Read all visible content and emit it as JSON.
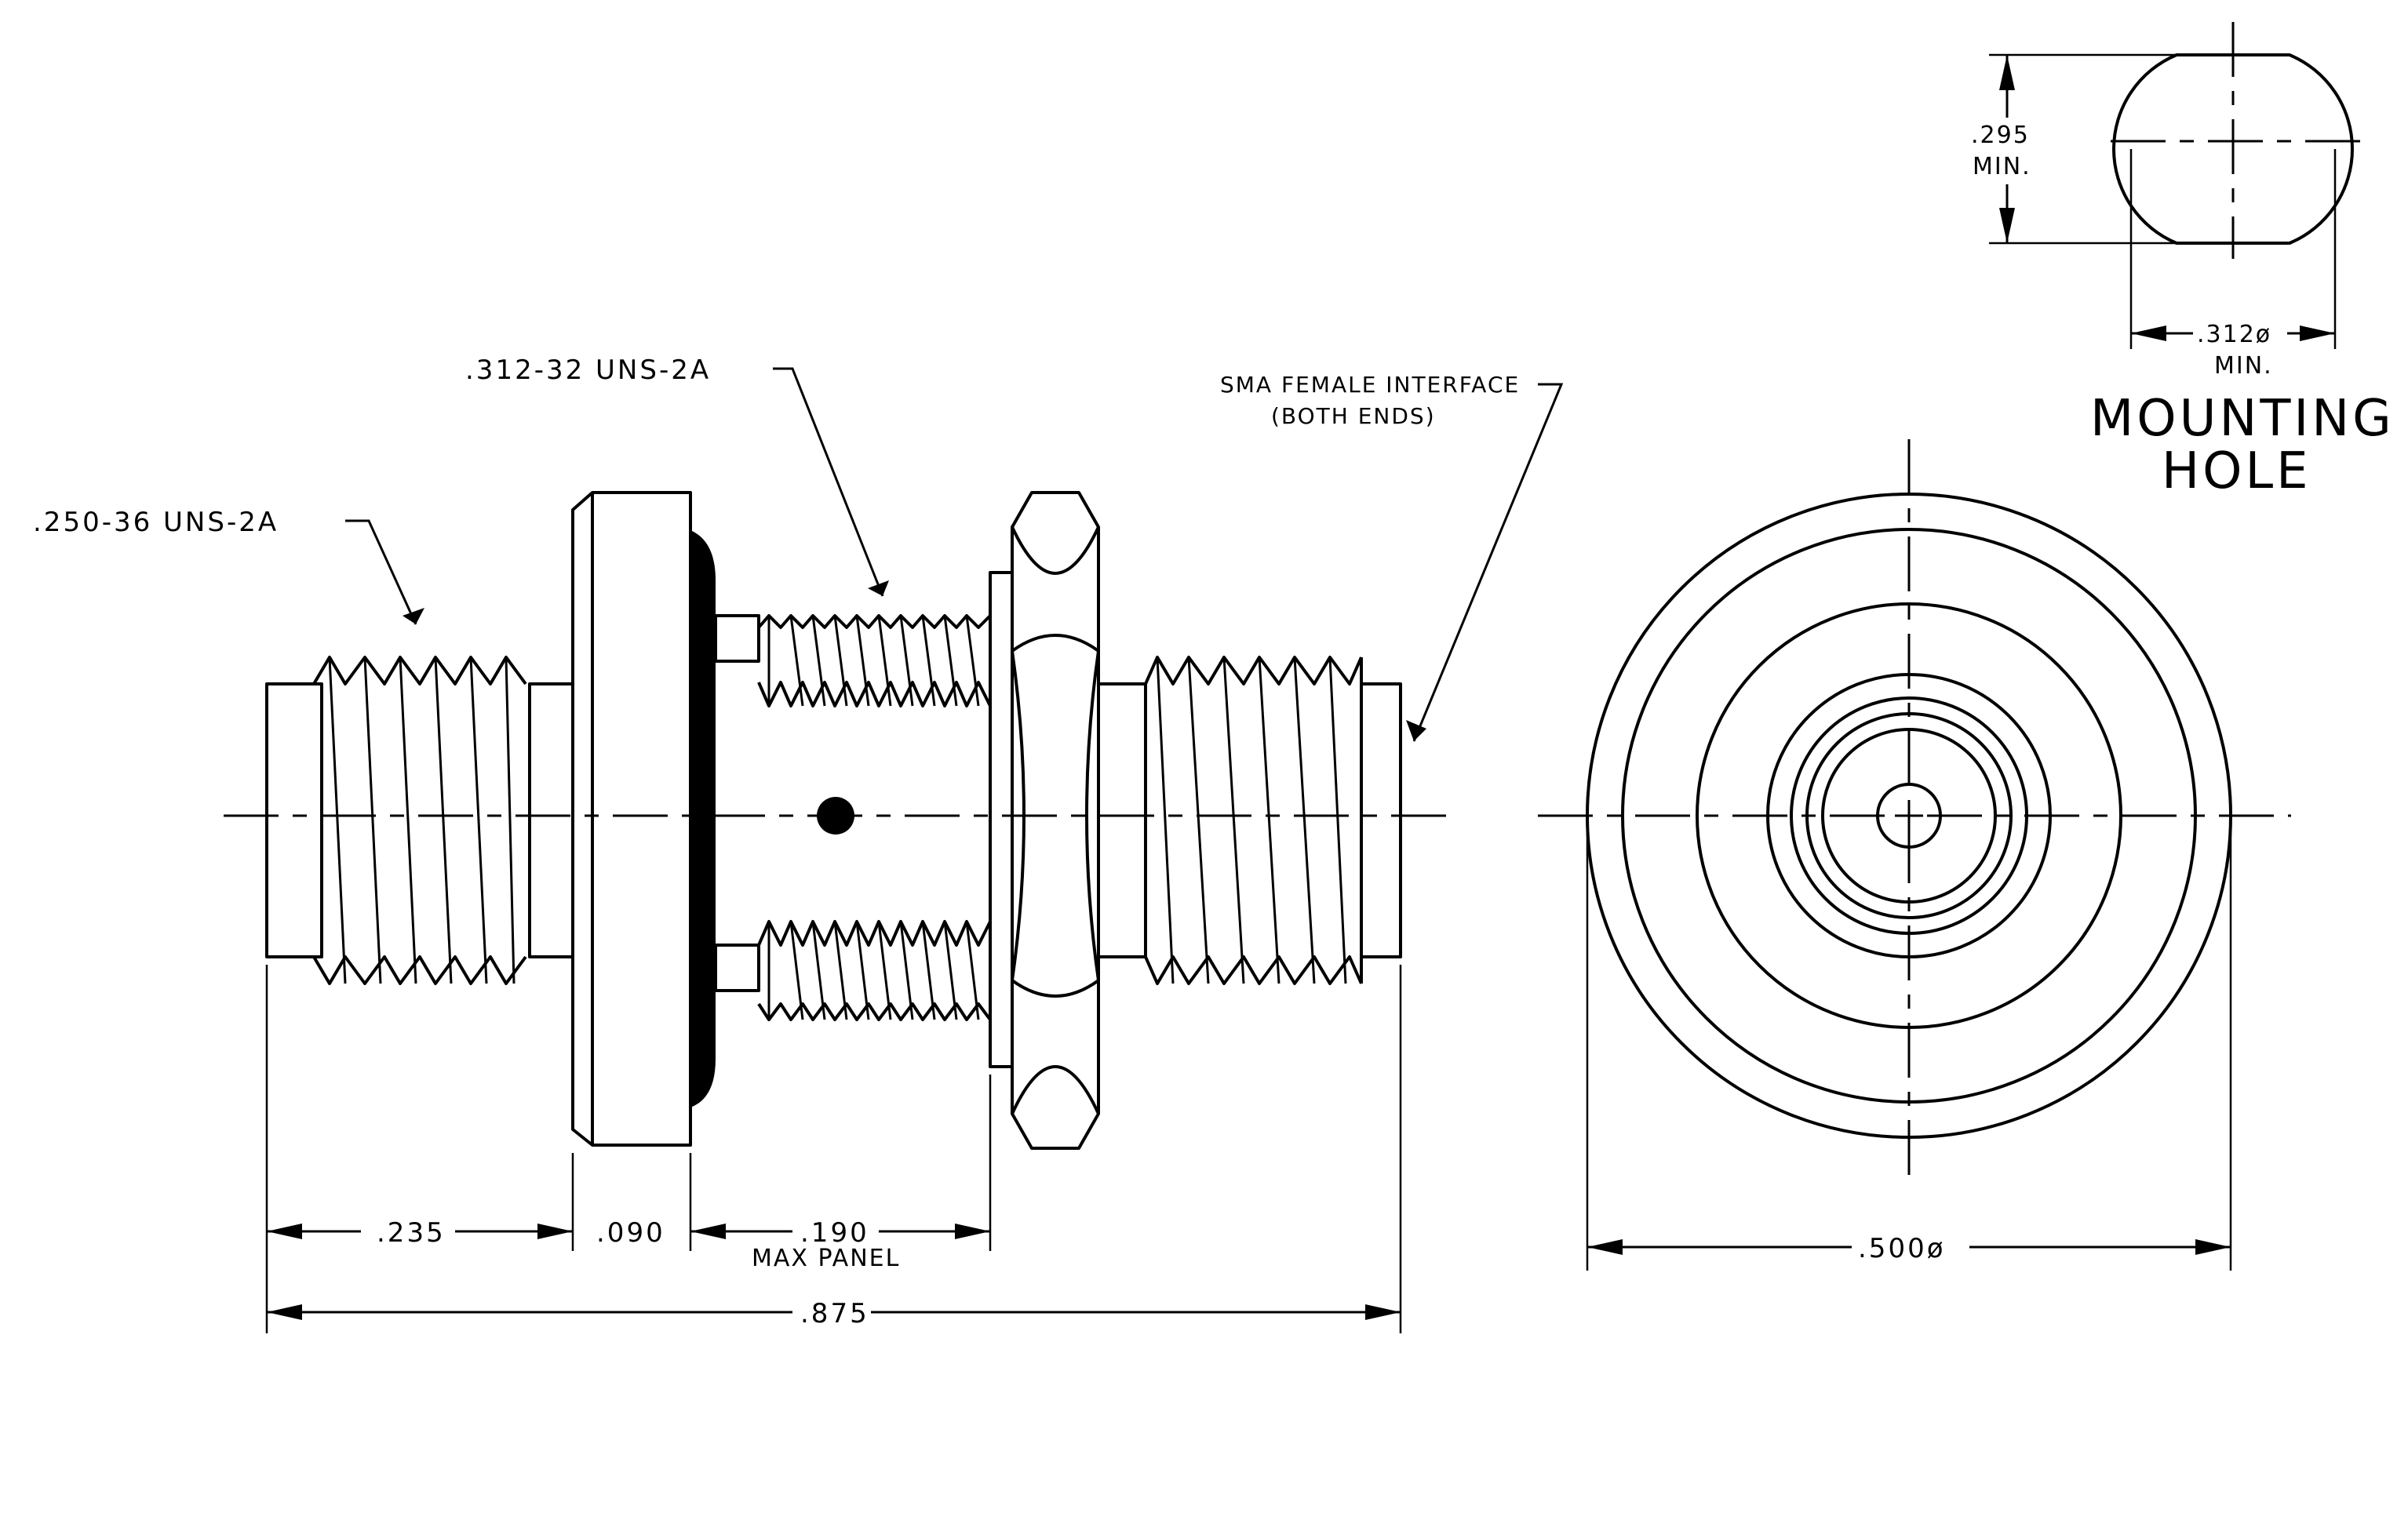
{
  "callouts": {
    "thread_large": ".312-32 UNS-2A",
    "thread_small": ".250-36 UNS-2A",
    "interface_line1": "SMA FEMALE INTERFACE",
    "interface_line2": "(BOTH ENDS)"
  },
  "dimensions": {
    "d235": ".235",
    "d090": ".090",
    "d190": ".190",
    "max_panel": "MAX PANEL",
    "d875": ".875",
    "d500": ".500ø"
  },
  "mounting_hole": {
    "flat": ".295",
    "flat_min": "MIN.",
    "dia": ".312ø",
    "dia_min": "MIN.",
    "title_line1": "MOUNTING",
    "title_line2": "HOLE"
  }
}
